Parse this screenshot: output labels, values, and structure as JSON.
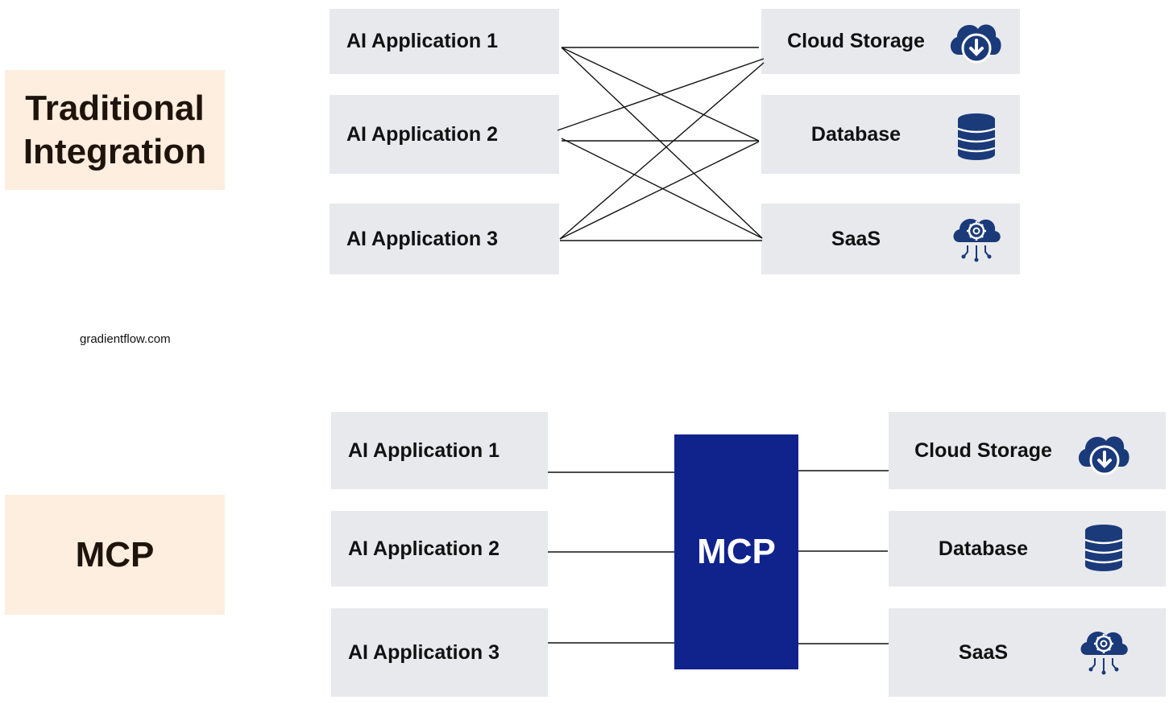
{
  "traditional": {
    "title_line1": "Traditional",
    "title_line2": "Integration",
    "apps": [
      "AI Application 1",
      "AI Application 2",
      "AI Application 3"
    ],
    "resources": [
      {
        "label": "Cloud Storage",
        "icon": "cloud-download-icon"
      },
      {
        "label": "Database",
        "icon": "database-icon"
      },
      {
        "label": "SaaS",
        "icon": "cloud-gear-icon"
      }
    ]
  },
  "watermark": "gradientflow.com",
  "mcp": {
    "title": "MCP",
    "hub_label": "MCP",
    "apps": [
      "AI Application 1",
      "AI Application 2",
      "AI Application 3"
    ],
    "resources": [
      {
        "label": "Cloud Storage",
        "icon": "cloud-download-icon"
      },
      {
        "label": "Database",
        "icon": "database-icon"
      },
      {
        "label": "SaaS",
        "icon": "cloud-gear-icon"
      }
    ]
  },
  "colors": {
    "label_bg": "#fdeedf",
    "box_bg": "#e8e9ed",
    "hub": "#10238c",
    "icon": "#1a3a7a"
  }
}
